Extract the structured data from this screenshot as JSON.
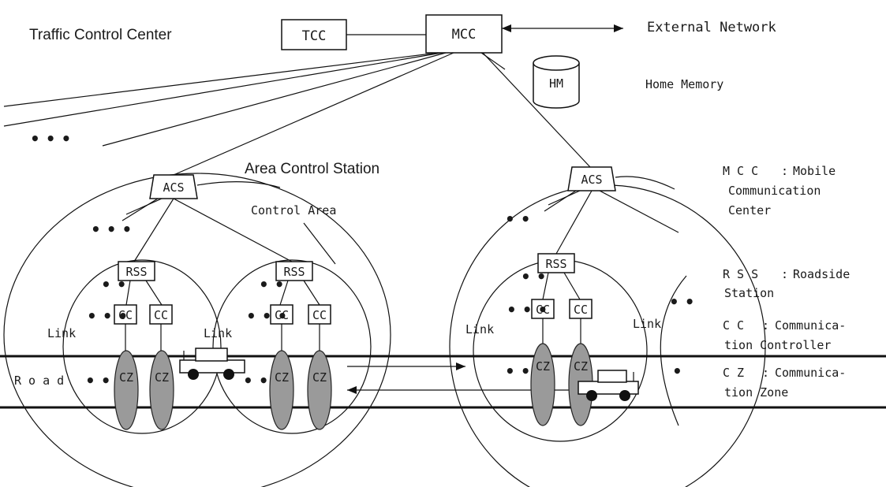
{
  "nodes": {
    "tcc": "TCC",
    "mcc": "MCC",
    "hm": "HM",
    "acs": "ACS",
    "rss": "RSS",
    "cc": "CC",
    "cz": "CZ"
  },
  "labels": {
    "traffic_control_center": "Traffic Control Center",
    "external_network": "External Network",
    "home_memory": "Home Memory",
    "area_control_station": "Area Control Station",
    "control_area": "Control Area",
    "link": "Link",
    "road": "R o a d",
    "ellipsis": "• • •",
    "dots_small": "• •",
    "dots_three": "• • •"
  },
  "legend": [
    {
      "abbr": "M C C",
      "line1": "Mobile",
      "line2": "Communication",
      "line3": "Center"
    },
    {
      "abbr": "R S S",
      "line1": "Roadside",
      "line2": "Station"
    },
    {
      "abbr": "C C",
      "line1": "Communica-",
      "line2": "tion Controller"
    },
    {
      "abbr": "C Z",
      "line1": "Communica-",
      "line2": "tion Zone"
    }
  ],
  "legend_sep": ":"
}
